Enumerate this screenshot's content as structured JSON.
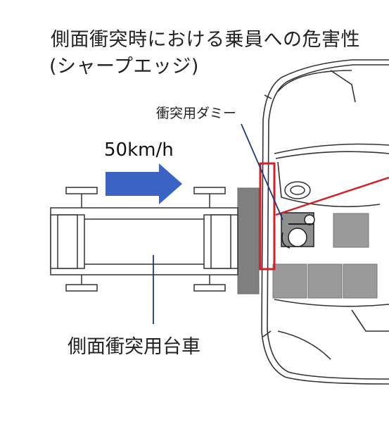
{
  "title": {
    "line1": "側面衝突時における乗員への危害性",
    "line2": "(シャープエッジ)"
  },
  "labels": {
    "speed": "50km/h",
    "dummy": "衝突用ダミー",
    "cart": "側面衝突用台車"
  },
  "colors": {
    "arrow": "#3b63c4",
    "highlight": "#d42027",
    "pointer_line": "#1f3a7a",
    "barrier": "#808080",
    "seat": "#9a9a9a",
    "outline": "#333333"
  },
  "icons": [
    "arrow-right-icon",
    "car-top-view-icon",
    "crash-dummy-icon"
  ]
}
